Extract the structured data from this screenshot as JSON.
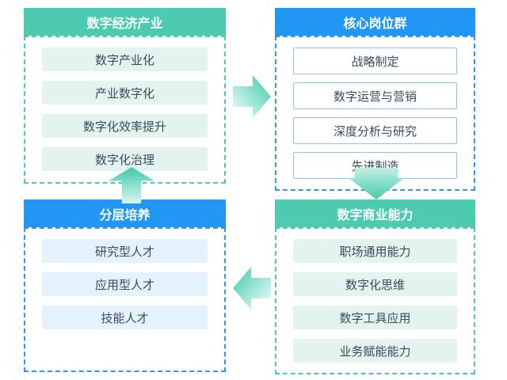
{
  "diagram": {
    "boxes": [
      {
        "id": "digital-economy-industry",
        "title": "数字经济产业",
        "theme": "teal",
        "item_style": "filled",
        "items": [
          "数字产业化",
          "产业数字化",
          "数字化效率提升",
          "数字化治理"
        ]
      },
      {
        "id": "core-position-group",
        "title": "核心岗位群",
        "theme": "blue",
        "item_style": "outlined",
        "items": [
          "战略制定",
          "数字运营与营销",
          "深度分析与研究",
          "先进制造"
        ]
      },
      {
        "id": "layered-training",
        "title": "分层培养",
        "theme": "blue",
        "item_style": "filled",
        "items": [
          "研究型人才",
          "应用型人才",
          "技能人才"
        ]
      },
      {
        "id": "digital-business-capability",
        "title": "数字商业能力",
        "theme": "teal",
        "item_style": "filled",
        "items": [
          "职场通用能力",
          "数字化思维",
          "数字工具应用",
          "业务赋能能力"
        ]
      }
    ],
    "arrows": [
      {
        "name": "arrow-right",
        "from": "digital-economy-industry",
        "to": "core-position-group"
      },
      {
        "name": "arrow-down",
        "from": "core-position-group",
        "to": "digital-business-capability"
      },
      {
        "name": "arrow-left",
        "from": "digital-business-capability",
        "to": "layered-training"
      },
      {
        "name": "arrow-up",
        "from": "layered-training",
        "to": "digital-economy-industry"
      }
    ],
    "colors": {
      "teal_header": "#4ccbb0",
      "blue_header": "#2196f3",
      "teal_item_bg": "#e3f4ee",
      "blue_item_bg": "#e3f2fd",
      "outlined_item_border": "#8ec3ef",
      "item_text": "#3c4a5c",
      "arrow_gradient_light": "#d8f7ef",
      "arrow_gradient_dark": "#45cbae",
      "background": "#ffffff"
    }
  }
}
